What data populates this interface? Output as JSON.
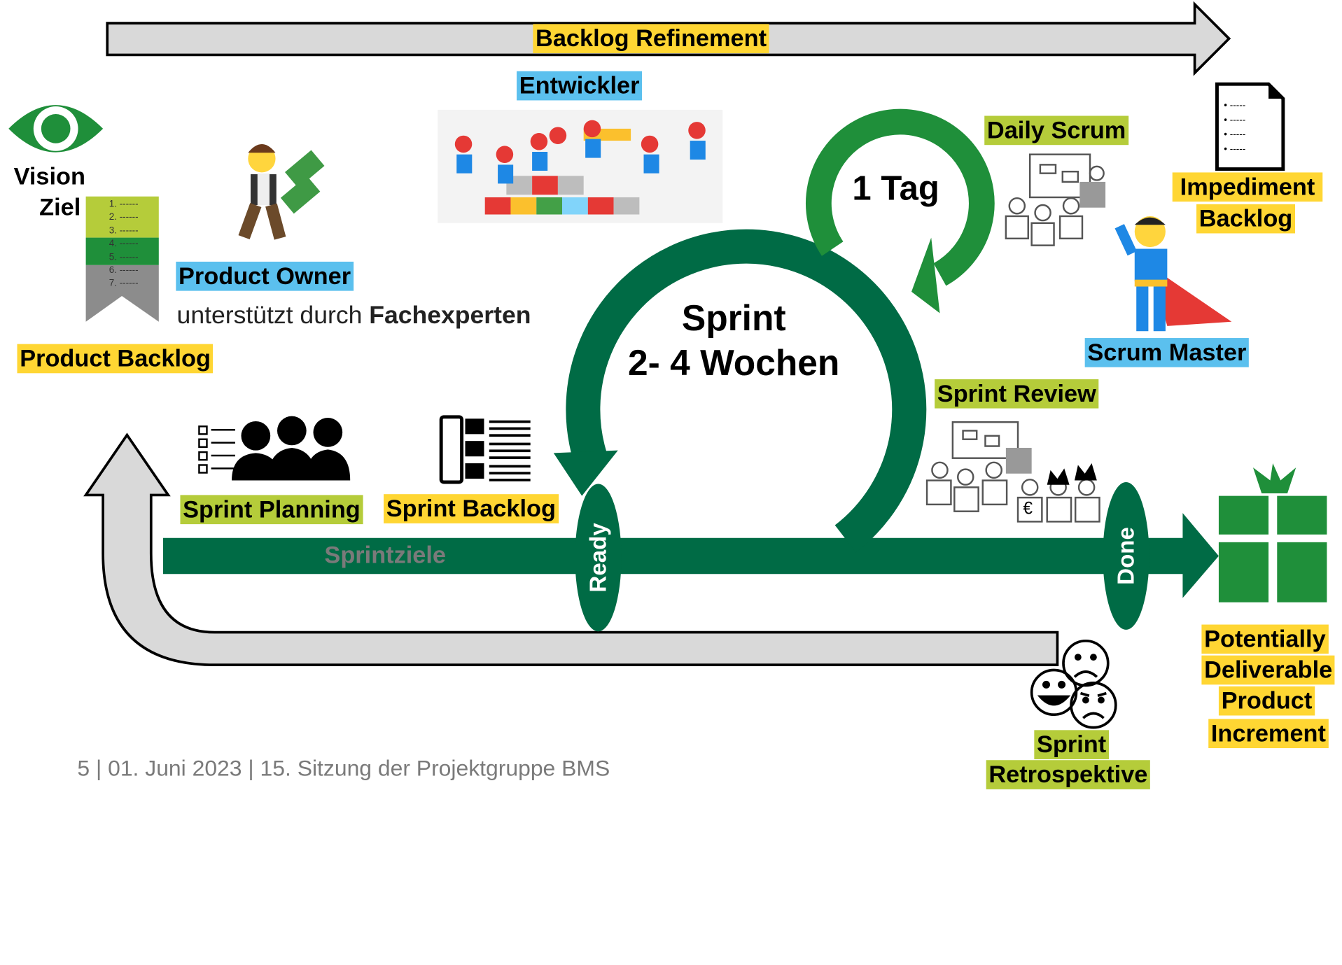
{
  "labels": {
    "backlog_refinement": "Backlog Refinement",
    "entwickler": "Entwickler",
    "vision": "Vision",
    "ziel": "Ziel",
    "product_owner": "Product Owner",
    "unterstuetzt": "unterstützt durch",
    "fachexperten": "Fachexperten",
    "product_backlog": "Product Backlog",
    "daily_scrum": "Daily Scrum",
    "one_tag": "1 Tag",
    "sprint": "Sprint",
    "wochen": "2- 4 Wochen",
    "impediment": "Impediment",
    "backlog": "Backlog",
    "scrum_master": "Scrum Master",
    "sprint_review": "Sprint Review",
    "sprint_planning": "Sprint Planning",
    "sprint_backlog": "Sprint Backlog",
    "sprintziele": "Sprintziele",
    "ready": "Ready",
    "done": "Done",
    "potentially": "Potentially",
    "deliverable": "Deliverable",
    "product": "Product",
    "increment": "Increment",
    "sprint_retro_1": "Sprint",
    "sprint_retro_2": "Retrospektive"
  },
  "product_backlog_list": [
    "1. ------",
    "2. ------",
    "3. ------",
    "4. ------",
    "5. ------",
    "6. ------",
    "7. ------"
  ],
  "impediment_doc_lines": [
    "• -----",
    "• -----",
    "• -----",
    "• -----"
  ],
  "euro_symbol": "€",
  "footer": {
    "page": "5",
    "date": "01. Juni 2023",
    "title": "15. Sitzung der Projektgruppe BMS"
  },
  "colors": {
    "dark_green": "#006b45",
    "bright_green": "#1f8f3a",
    "yellow_label": "#ffd633",
    "blue_label": "#5bc0ee",
    "green_label": "#b5cc3a",
    "gray_arrow": "#d9d9d9"
  }
}
